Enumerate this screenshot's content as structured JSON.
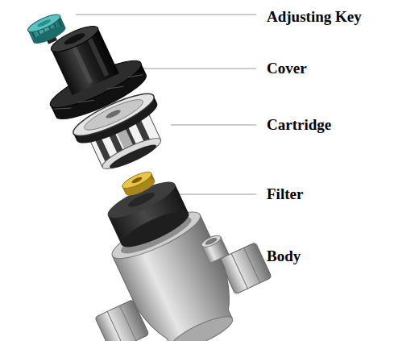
{
  "diagram": {
    "labels": [
      "Adjusting Key",
      "Cover",
      "Cartridge",
      "Filter",
      "Body"
    ]
  }
}
